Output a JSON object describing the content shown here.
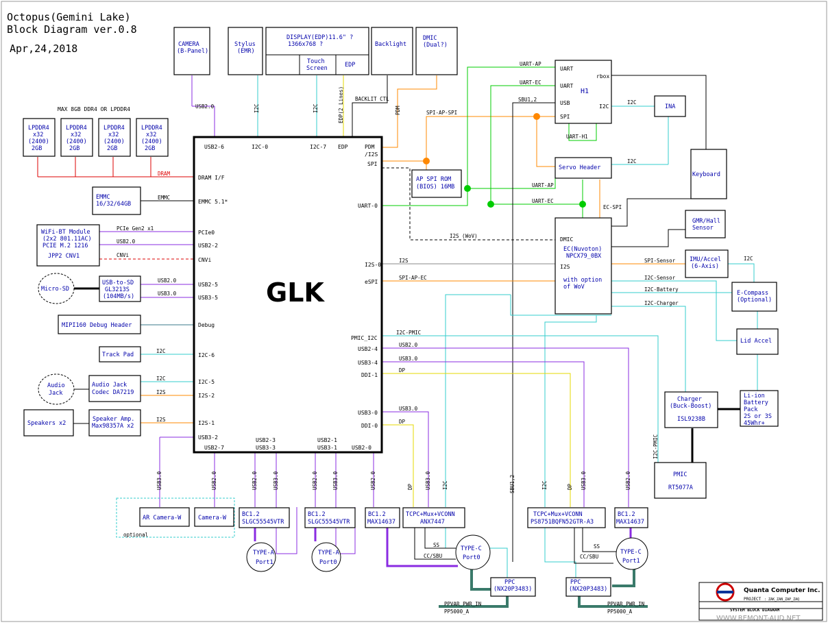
{
  "header": {
    "line1": "Octopus(Gemini Lake)",
    "line2": "Block Diagram ver.0.8",
    "date": "Apr,24,2018"
  },
  "soc": {
    "name": "GLK"
  },
  "top_blocks": {
    "camera": [
      "CAMERA",
      "(B-Panel)"
    ],
    "stylus": [
      "Stylus",
      "(EMR)"
    ],
    "display": [
      "DISPLAY(EDP)11.6\" ?",
      "1366x768 ?"
    ],
    "touch": [
      "Touch",
      "Screen"
    ],
    "edp": "EDP",
    "backlight": "Backlight",
    "dmic": [
      "DMIC",
      "(Dual?)"
    ]
  },
  "memory": {
    "caption": "MAX 8GB DDR4 OR LPDDR4",
    "chip": [
      "LPDDR4",
      "x32",
      "(2400)",
      "2GB"
    ],
    "bus": "DRAM"
  },
  "left_blocks": {
    "emmc": [
      "EMMC",
      "16/32/64GB"
    ],
    "wifi": [
      "WiFi-BT Module",
      "(2x2 801.11AC)",
      "PCIE M.2 1216",
      "JPP2 CNV1"
    ],
    "microsd": "Micro-SD",
    "usb_sd": [
      "USB-to-SD",
      "GL3213S",
      "(104MB/s)"
    ],
    "mipi": "MIPI160 Debug Header",
    "trackpad": "Track Pad",
    "audio_jack": [
      "Audio",
      "Jack"
    ],
    "codec": [
      "Audio Jack",
      "Codec DA7219"
    ],
    "speakers": "Speakers x2",
    "amp": [
      "Speaker Amp.",
      "Max98357A x2"
    ]
  },
  "left_bus_labels": {
    "emmc": "EMMC",
    "pcie": "PCIe Gen2 x1",
    "usb20": "USB2.0",
    "cnvi": "CNVi",
    "usb20b": "USB2.0",
    "usb30": "USB3.0",
    "i2c": "I2C",
    "i2s": "I2S"
  },
  "glk_ports_left": [
    "DRAM I/F",
    "EMMC 5.1*",
    "PCIe0",
    "USB2-2",
    "CNVi",
    "USB2-5",
    "USB3-5",
    "Debug",
    "I2C-6",
    "I2C-5",
    "I2S-2",
    "I2S-1",
    "USB3-2"
  ],
  "glk_ports_top": [
    "USB2-6",
    "I2C-0",
    "I2C-7",
    "EDP",
    "PDM",
    "/I2S",
    "SPI"
  ],
  "glk_ports_right": [
    "UART-0",
    "I2S-0",
    "eSPI",
    "PMIC_I2C",
    "USB2-4",
    "USB3-4",
    "DDI-1",
    "USB3-0",
    "DDI-0"
  ],
  "glk_ports_bottom": [
    "USB2-7",
    "USB2-3",
    "USB3-3",
    "USB2-1",
    "USB3-1",
    "USB2-0"
  ],
  "top_bus_labels": {
    "usb20": "USB2.0",
    "i2c_a": "I2C",
    "i2c_b": "I2C",
    "edp": "EDP(2 Lines)",
    "backlit": "BACKLIT CTL",
    "pdm": "PDM"
  },
  "right_blocks": {
    "h1": {
      "name": "H1",
      "pins": [
        "UART",
        "UART",
        "USB",
        "SPI",
        "rbox",
        "I2C"
      ]
    },
    "ina": "INA",
    "servo": "Servo Header",
    "spirom": [
      "AP SPI ROM",
      "(BIOS) 16MB"
    ],
    "keyboard": "Keyboard",
    "gmr": [
      "GMR/Hall",
      "Sensor"
    ],
    "ec": [
      "DMIC",
      "EC(Nuvoton)",
      "NPCX79_0BX",
      "I2S",
      "with option",
      "of WoV"
    ],
    "imu": [
      "IMU/Accel",
      "(6-Axis)"
    ],
    "ecompass": [
      "E-Compass",
      "(Optional)"
    ],
    "lid": "Lid Accel",
    "charger": [
      "Charger",
      "(Buck-Boost)",
      "ISL9238B"
    ],
    "battery": [
      "Li-ion",
      "Battery",
      "Pack",
      "2S or 3S",
      "45Whr+"
    ],
    "pmic": [
      "PMIC",
      "RT5077A"
    ]
  },
  "right_bus_labels": {
    "uart_ap": "UART-AP",
    "uart_ec": "UART-EC",
    "sbu": "SBU1,2",
    "spi_ap_spi": "SPI-AP-SPI",
    "i2c": "I2C",
    "uart_h1": "UART-H1",
    "uart_ap2": "UART-AP",
    "uart_ec2": "UART-EC",
    "ec_spi": "EC-SPI",
    "i2s_wov": "I2S (WoV)",
    "i2s": "I2S",
    "spi_ap_ec": "SPI-AP-EC",
    "spi_sensor": "SPI-Sensor",
    "i2c_sensor": "I2C-Sensor",
    "i2c_battery": "I2C-Battery",
    "i2c_charger": "I2C-Charger",
    "i2c_pmic": "I2C-PMIC",
    "i2c_pmic_v": "I2C-PMIC",
    "usb20": "USB2.0",
    "usb30": "USB3.0",
    "dp": "DP",
    "usb30b": "USB3.0",
    "dp2": "DP",
    "i2c_imu": "I2C"
  },
  "bottom_blocks": {
    "ar_camera": "AR Camera-W",
    "camera_w": "Camera-W",
    "optional": "optional",
    "bc1": [
      "BC1.2",
      "SLGC55545VTR"
    ],
    "bc2": [
      "BC1.2",
      "SLGC55545VTR"
    ],
    "bc3": [
      "BC1.2",
      "MAX14637"
    ],
    "tcpc1": [
      "TCPC+Mux+VCONN",
      "ANX7447"
    ],
    "tcpc2": [
      "TCPC+Mux+VCONN",
      "PS8751BQFN52GTR-A3"
    ],
    "bc4": [
      "BC1.2",
      "MAX14637"
    ],
    "typea1": [
      "TYPE-A",
      "Port1"
    ],
    "typea0": [
      "TYPE-A",
      "Port0"
    ],
    "typec0": [
      "TYPE-C",
      "Port0"
    ],
    "typec1": [
      "TYPE-C",
      "Port1"
    ],
    "ppc1": [
      "PPC",
      "(NX20P3483)"
    ],
    "ppc2": [
      "PPC",
      "(NX20P3483)"
    ]
  },
  "bottom_bus_labels": {
    "usb30": "USB3.0",
    "usb20": "USB2.0",
    "dp": "DP",
    "i2c": "I2C",
    "sbu": "SBU1,2",
    "ss": "SS",
    "cc": "CC/SBU",
    "ppvar": "PPVAR_PWR_IN",
    "pp5000": "PP5000_A"
  },
  "titleblock": {
    "company": "Quanta Computer Inc.",
    "project_label": "PROJECT",
    "project": ": ZAK_ZAN_ZAP_ZAQ",
    "doc": "SYSTEM BLOCK DIAGRAM",
    "watermark": "WWW.REMONT-AUD.NET"
  },
  "colors": {
    "dram": "#dd0000",
    "purple": "#8a2be2",
    "cyan": "#33cccc",
    "orange": "#ff8800",
    "green": "#00cc00",
    "yellow": "#e6d800",
    "gray": "#888888",
    "dark": "#3a7a6a",
    "blue_text": "#0000aa"
  }
}
